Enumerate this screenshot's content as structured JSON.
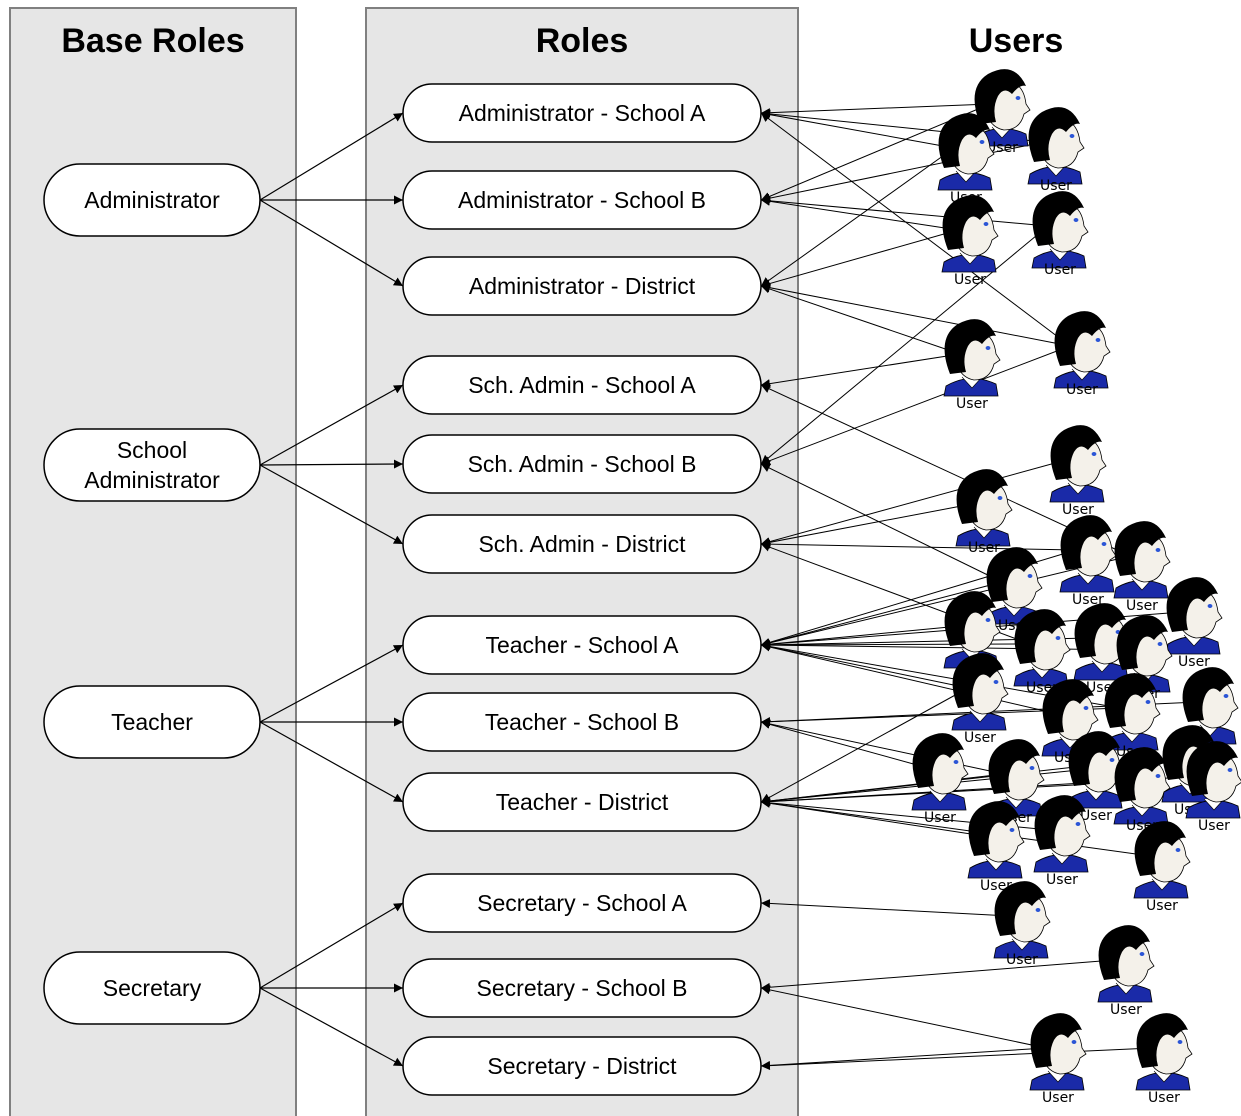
{
  "columns": {
    "base_roles": "Base Roles",
    "roles": "Roles",
    "users": "Users"
  },
  "base_roles": [
    {
      "id": "administrator",
      "lines": [
        "Administrator"
      ]
    },
    {
      "id": "school-administrator",
      "lines": [
        "School",
        "Administrator"
      ]
    },
    {
      "id": "teacher",
      "lines": [
        "Teacher"
      ]
    },
    {
      "id": "secretary",
      "lines": [
        "Secretary"
      ]
    }
  ],
  "roles": [
    {
      "id": "admin-a",
      "label": "Administrator - School A",
      "base": "administrator"
    },
    {
      "id": "admin-b",
      "label": "Administrator - School B",
      "base": "administrator"
    },
    {
      "id": "admin-d",
      "label": "Administrator - District",
      "base": "administrator"
    },
    {
      "id": "schadmin-a",
      "label": "Sch. Admin - School A",
      "base": "school-administrator"
    },
    {
      "id": "schadmin-b",
      "label": "Sch. Admin - School B",
      "base": "school-administrator"
    },
    {
      "id": "schadmin-d",
      "label": "Sch. Admin - District",
      "base": "school-administrator"
    },
    {
      "id": "teacher-a",
      "label": "Teacher - School A",
      "base": "teacher"
    },
    {
      "id": "teacher-b",
      "label": "Teacher - School B",
      "base": "teacher"
    },
    {
      "id": "teacher-d",
      "label": "Teacher - District",
      "base": "teacher"
    },
    {
      "id": "secretary-a",
      "label": "Secretary - School A",
      "base": "secretary"
    },
    {
      "id": "secretary-b",
      "label": "Secretary - School B",
      "base": "secretary"
    },
    {
      "id": "secretary-d",
      "label": "Secretary - District",
      "base": "secretary"
    }
  ],
  "user_label": "User",
  "colors": {
    "panel": "#e6e6e6",
    "panel_border": "#808080",
    "node_fill": "#ffffff",
    "line": "#000000",
    "hair": "#000000",
    "face": "#f4f1ea",
    "shirt": "#1a2aa8",
    "eye": "#2b55d6"
  }
}
